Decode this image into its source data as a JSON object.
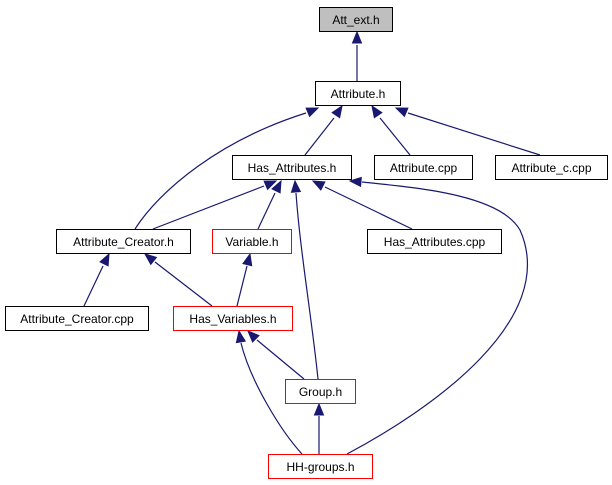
{
  "colors": {
    "edge": "#191970",
    "node_fill": "#ffffff",
    "focus_fill": "#bfbfbf",
    "border_normal": "#000000",
    "border_red": "#ff0000"
  },
  "nodes": {
    "att_ext_h": {
      "label": "Att_ext.h",
      "style": "focus"
    },
    "attribute_h": {
      "label": "Attribute.h",
      "style": "normal"
    },
    "has_attributes_h": {
      "label": "Has_Attributes.h",
      "style": "normal"
    },
    "attribute_cpp": {
      "label": "Attribute.cpp",
      "style": "normal"
    },
    "attribute_c_cpp": {
      "label": "Attribute_c.cpp",
      "style": "normal"
    },
    "attribute_creator_h": {
      "label": "Attribute_Creator.h",
      "style": "normal"
    },
    "variable_h": {
      "label": "Variable.h",
      "style": "red"
    },
    "has_attributes_cpp": {
      "label": "Has_Attributes.cpp",
      "style": "normal"
    },
    "attribute_creator_cpp": {
      "label": "Attribute_Creator.cpp",
      "style": "normal"
    },
    "has_variables_h": {
      "label": "Has_Variables.h",
      "style": "red"
    },
    "group_h": {
      "label": "Group.h",
      "style": "red"
    },
    "hh_groups_h": {
      "label": "HH-groups.h",
      "style": "red"
    }
  },
  "edges": [
    {
      "from": "attribute_h",
      "to": "att_ext_h"
    },
    {
      "from": "has_attributes_h",
      "to": "attribute_h"
    },
    {
      "from": "attribute_cpp",
      "to": "attribute_h"
    },
    {
      "from": "attribute_c_cpp",
      "to": "attribute_h"
    },
    {
      "from": "attribute_creator_h",
      "to": "attribute_h"
    },
    {
      "from": "attribute_creator_h",
      "to": "has_attributes_h"
    },
    {
      "from": "variable_h",
      "to": "has_attributes_h"
    },
    {
      "from": "has_attributes_cpp",
      "to": "has_attributes_h"
    },
    {
      "from": "group_h",
      "to": "has_attributes_h"
    },
    {
      "from": "hh_groups_h",
      "to": "has_attributes_h"
    },
    {
      "from": "attribute_creator_cpp",
      "to": "attribute_creator_h"
    },
    {
      "from": "has_variables_h",
      "to": "attribute_creator_h"
    },
    {
      "from": "has_variables_h",
      "to": "variable_h"
    },
    {
      "from": "group_h",
      "to": "has_variables_h"
    },
    {
      "from": "hh_groups_h",
      "to": "has_variables_h"
    },
    {
      "from": "hh_groups_h",
      "to": "group_h"
    }
  ]
}
